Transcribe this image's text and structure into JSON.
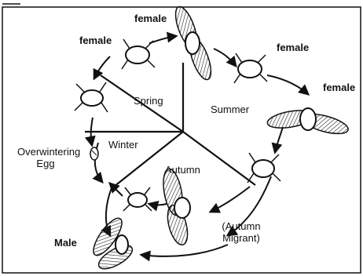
{
  "diagram": {
    "sectors": {
      "spring": "Spring",
      "summer": "Summer",
      "autumn": "Autumn",
      "winter": "Winter"
    },
    "labels": {
      "female_top": "female",
      "female_upper_left": "female",
      "female_right_top": "female",
      "female_right": "female",
      "overwintering_line1": "Overwintering",
      "overwintering_line2": "Egg",
      "autumn_migrant_line1": "(Autumn",
      "autumn_migrant_line2": "Migrant)",
      "male": "Male"
    }
  }
}
